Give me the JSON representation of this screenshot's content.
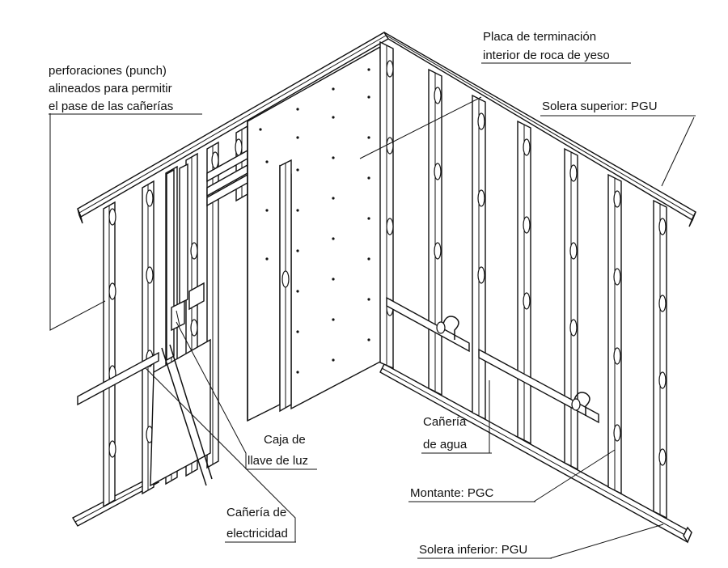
{
  "labels": {
    "punch_holes": [
      "perforaciones (punch)",
      "alineados para permitir",
      "el pase de las cañerías"
    ],
    "gypsum_board": [
      "Placa de terminación",
      "interior de roca de yeso"
    ],
    "top_track": "Solera superior: PGU",
    "switch_box": [
      "Caja de",
      "llave de luz"
    ],
    "water_pipe": [
      "Cañería",
      "de agua"
    ],
    "stud": "Montante: PGC",
    "electric_pipe": [
      "Cañería de",
      "electricidad"
    ],
    "bottom_track": "Solera inferior: PGU"
  }
}
